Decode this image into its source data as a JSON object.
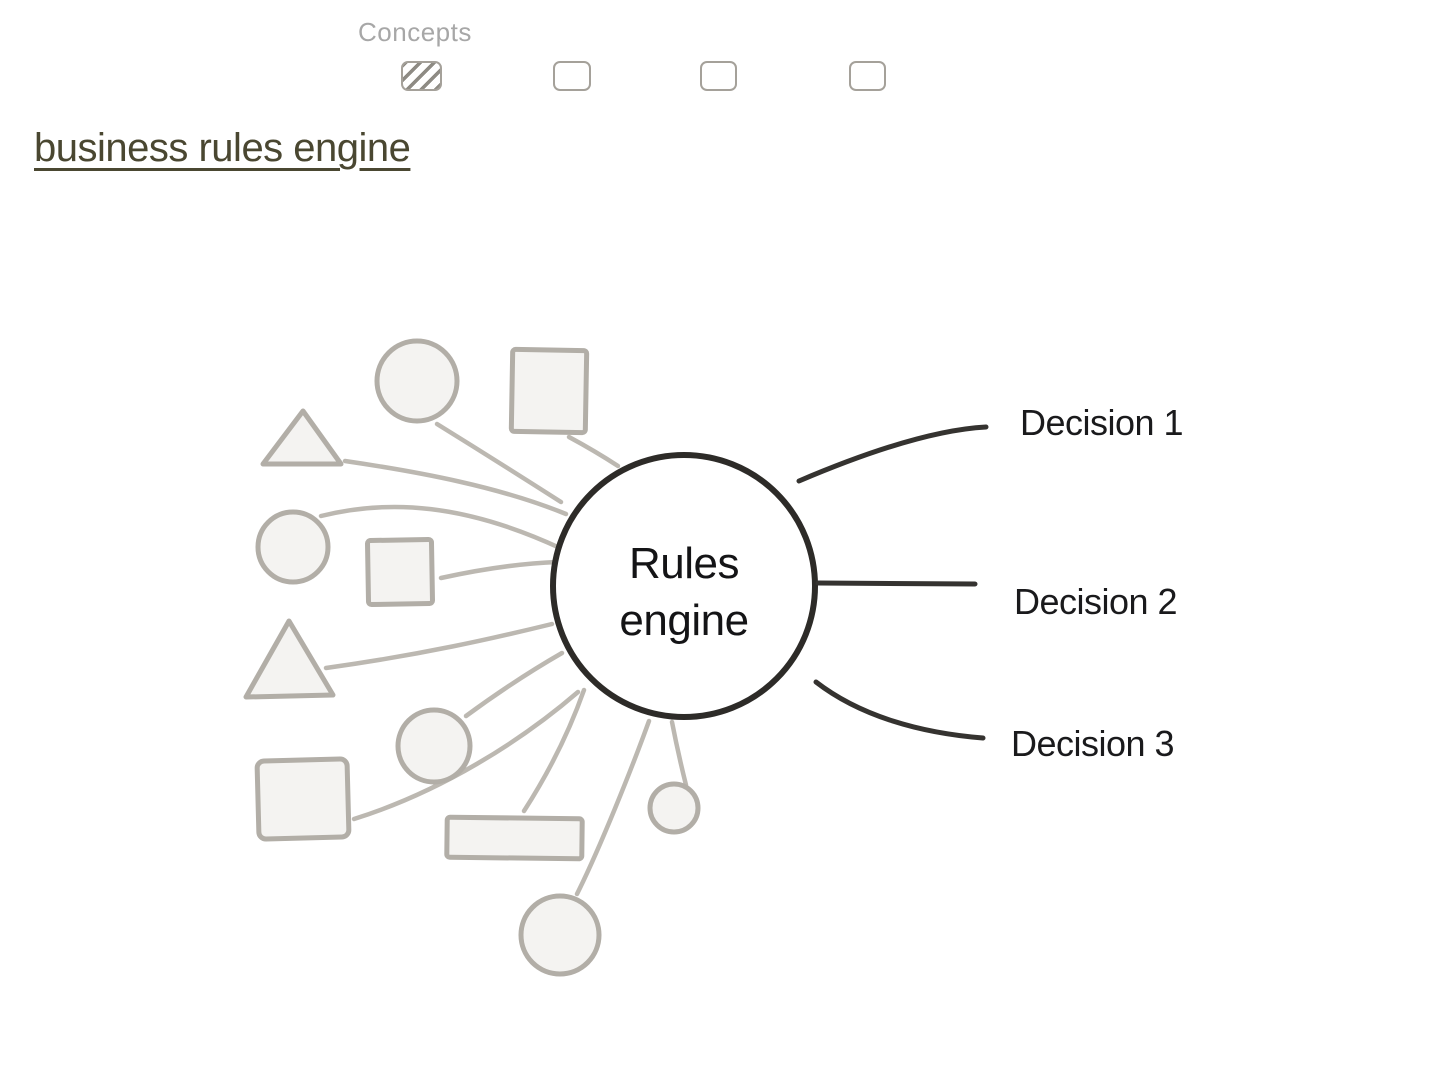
{
  "header": {
    "concepts_label": "Concepts",
    "link_text": "business rules engine",
    "concept_checkboxes": [
      "hatched",
      "empty",
      "empty",
      "empty"
    ]
  },
  "diagram": {
    "center_label": "Rules\nengine",
    "decisions": [
      "Decision 1",
      "Decision 2",
      "Decision 3"
    ],
    "input_shapes": [
      "circle-top",
      "square-top",
      "triangle-top",
      "circle-mid",
      "square-small-mid",
      "triangle-large",
      "square-bottom-left",
      "circle-lower",
      "rectangle-wide",
      "circle-small",
      "circle-bottom"
    ],
    "colors": {
      "link": "#4a4731",
      "muted_label": "#a7a7a7",
      "connector_gray": "#bcb8b1",
      "shape_stroke": "#b2aea7",
      "shape_fill": "#f4f3f1",
      "node_stroke": "#2d2b28",
      "decision_line": "#353330",
      "text": "#1a1a1c"
    }
  }
}
